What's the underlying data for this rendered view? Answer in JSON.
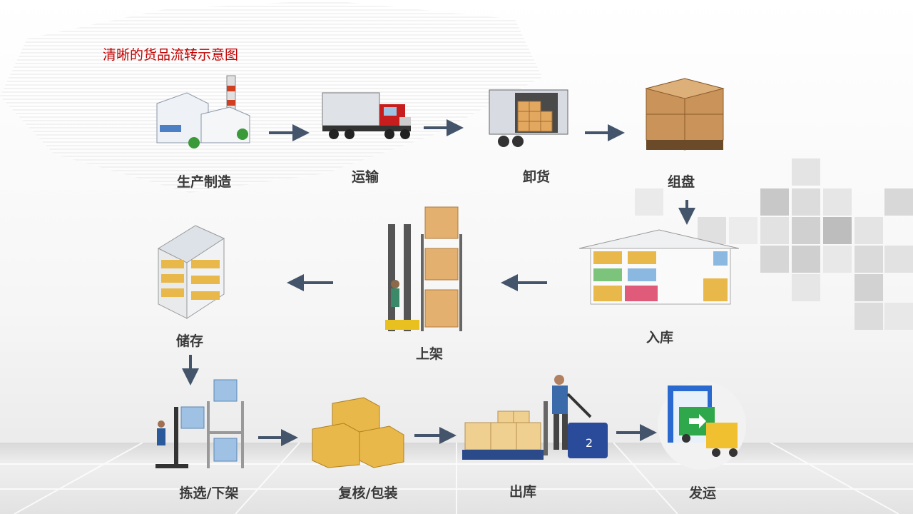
{
  "title": "清晰的货品流转示意图",
  "steps": [
    {
      "label": "生产制造",
      "icon": "factory-icon"
    },
    {
      "label": "运输",
      "icon": "truck-icon"
    },
    {
      "label": "卸货",
      "icon": "unloading-truck-icon"
    },
    {
      "label": "组盘",
      "icon": "palletized-boxes-icon"
    },
    {
      "label": "入库",
      "icon": "warehouse-icon"
    },
    {
      "label": "上架",
      "icon": "forklift-rack-icon"
    },
    {
      "label": "储存",
      "icon": "storage-rack-icon"
    },
    {
      "label": "拣选/下架",
      "icon": "picking-icon"
    },
    {
      "label": "复核/包装",
      "icon": "boxes-icon"
    },
    {
      "label": "出库",
      "icon": "pallet-jack-icon"
    },
    {
      "label": "发运",
      "icon": "dispatch-truck-icon"
    }
  ],
  "pallet_jack_number": "2",
  "colors": {
    "title": "#c00000",
    "arrow": "#44546a",
    "label": "#3a3a3a",
    "box": "#e8b84a"
  }
}
